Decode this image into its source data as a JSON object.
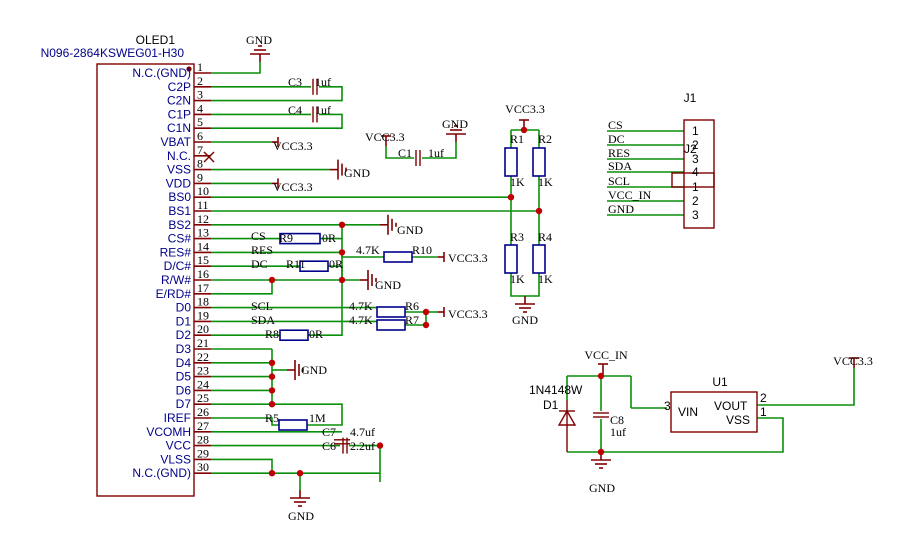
{
  "oled": {
    "designator": "OLED1",
    "part": "N096-2864KSWEG01-H30",
    "pins": [
      {
        "num": "1",
        "name": "N.C.(GND)",
        "color": "#00008b"
      },
      {
        "num": "2",
        "name": "C2P",
        "color": "#00008b"
      },
      {
        "num": "3",
        "name": "C2N",
        "color": "#00008b"
      },
      {
        "num": "4",
        "name": "C1P",
        "color": "#00008b"
      },
      {
        "num": "5",
        "name": "C1N",
        "color": "#00008b"
      },
      {
        "num": "6",
        "name": "VBAT",
        "color": "#00008b"
      },
      {
        "num": "7",
        "name": "N.C.",
        "color": "#00008b"
      },
      {
        "num": "8",
        "name": "VSS",
        "color": "#000000"
      },
      {
        "num": "9",
        "name": "VDD",
        "color": "#d40000"
      },
      {
        "num": "10",
        "name": "BS0",
        "color": "#00008b"
      },
      {
        "num": "11",
        "name": "BS1",
        "color": "#00008b"
      },
      {
        "num": "12",
        "name": "BS2",
        "color": "#00008b"
      },
      {
        "num": "13",
        "name": "CS#",
        "color": "#00008b"
      },
      {
        "num": "14",
        "name": "RES#",
        "color": "#00008b"
      },
      {
        "num": "15",
        "name": "D/C#",
        "color": "#00008b"
      },
      {
        "num": "16",
        "name": "R/W#",
        "color": "#00008b"
      },
      {
        "num": "17",
        "name": "E/RD#",
        "color": "#00008b"
      },
      {
        "num": "18",
        "name": "D0",
        "color": "#00008b"
      },
      {
        "num": "19",
        "name": "D1",
        "color": "#00008b"
      },
      {
        "num": "20",
        "name": "D2",
        "color": "#00008b"
      },
      {
        "num": "21",
        "name": "D3",
        "color": "#00008b"
      },
      {
        "num": "22",
        "name": "D4",
        "color": "#00008b"
      },
      {
        "num": "23",
        "name": "D5",
        "color": "#00008b"
      },
      {
        "num": "24",
        "name": "D6",
        "color": "#00008b"
      },
      {
        "num": "25",
        "name": "D7",
        "color": "#00008b"
      },
      {
        "num": "26",
        "name": "IREF",
        "color": "#00008b"
      },
      {
        "num": "27",
        "name": "VCOMH",
        "color": "#00008b"
      },
      {
        "num": "28",
        "name": "VCC",
        "color": "#d40000"
      },
      {
        "num": "29",
        "name": "VLSS",
        "color": "#00008b"
      },
      {
        "num": "30",
        "name": "N.C.(GND)",
        "color": "#00008b"
      }
    ]
  },
  "nets": {
    "gnd": "GND",
    "vcc33": "VCC3.3",
    "vcc_in": "VCC_IN",
    "cs": "CS",
    "res": "RES",
    "dc": "DC",
    "scl": "SCL",
    "sda": "SDA"
  },
  "components": {
    "c3": {
      "ref": "C3",
      "value": "1uf"
    },
    "c4": {
      "ref": "C4",
      "value": "1uf"
    },
    "c1": {
      "ref": "C1",
      "value": "1uf"
    },
    "c7": {
      "ref": "C7",
      "value": "4.7uf"
    },
    "c6": {
      "ref": "C6",
      "value": "2.2uf"
    },
    "c8": {
      "ref": "C8",
      "value": "1uf"
    },
    "r1": {
      "ref": "R1",
      "value": "1K"
    },
    "r2": {
      "ref": "R2",
      "value": "1K"
    },
    "r3": {
      "ref": "R3",
      "value": "1K"
    },
    "r4": {
      "ref": "R4",
      "value": "1K"
    },
    "r9": {
      "ref": "R9",
      "value": "0R"
    },
    "r10": {
      "ref": "R10",
      "value": "4.7K"
    },
    "r11": {
      "ref": "R11",
      "value": "0R"
    },
    "r6": {
      "ref": "R6",
      "value": "4.7K"
    },
    "r7": {
      "ref": "R7",
      "value": "4.7K"
    },
    "r8": {
      "ref": "R8",
      "value": "0R"
    },
    "r5": {
      "ref": "R5",
      "value": "1M"
    },
    "d1": {
      "ref": "D1",
      "part": "1N4148W"
    },
    "u1": {
      "ref": "U1",
      "vin": "VIN",
      "vout": "VOUT",
      "vss": "VSS",
      "pin_vin": "3",
      "pin_vout": "2",
      "pin_vss": "1"
    }
  },
  "connector": {
    "ref": "J1",
    "overlap_ref": "J2",
    "pins": [
      "1",
      "2",
      "3",
      "4",
      "1",
      "2",
      "3"
    ],
    "labels": [
      "CS",
      "DC",
      "RES",
      "SDA",
      "SCL",
      "VCC_IN",
      "GND"
    ]
  },
  "colors": {
    "wire": "#0a8f0a",
    "pin": "#800000",
    "resistor": "#00008b",
    "junction": "#c00000",
    "nc_mark": "#e00000"
  }
}
